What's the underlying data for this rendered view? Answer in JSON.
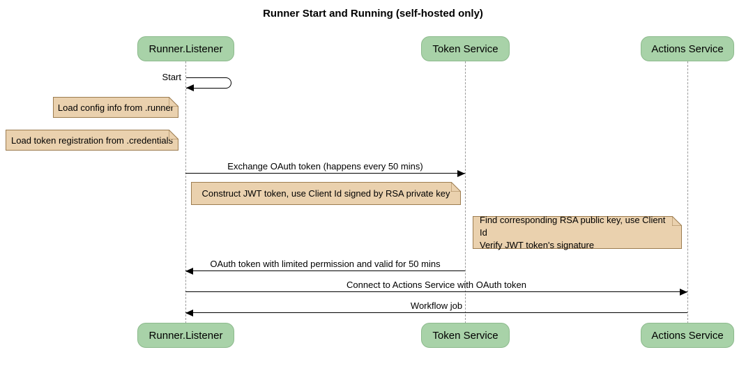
{
  "title": "Runner Start and Running (self-hosted only)",
  "diagram_type": "sequence",
  "participants": [
    {
      "name": "Runner.Listener"
    },
    {
      "name": "Token Service"
    },
    {
      "name": "Actions Service"
    }
  ],
  "messages": [
    {
      "label": "Start",
      "from": "Runner.Listener",
      "to": "Runner.Listener",
      "kind": "self"
    },
    {
      "label": "Exchange OAuth token (happens every 50 mins)",
      "from": "Runner.Listener",
      "to": "Token Service",
      "kind": "solid-arrow"
    },
    {
      "label": "OAuth token with limited permission and valid for 50 mins",
      "from": "Token Service",
      "to": "Runner.Listener",
      "kind": "solid-arrow"
    },
    {
      "label": "Connect to Actions Service with OAuth token",
      "from": "Runner.Listener",
      "to": "Actions Service",
      "kind": "solid-arrow"
    },
    {
      "label": "Workflow job",
      "from": "Actions Service",
      "to": "Runner.Listener",
      "kind": "solid-arrow"
    }
  ],
  "notes": [
    {
      "text": "Load config info from .runner",
      "position": "left of Runner.Listener"
    },
    {
      "text": "Load token registration from .credentials",
      "position": "left of Runner.Listener"
    },
    {
      "text": "Construct JWT token, use Client Id signed by RSA private key",
      "position": "right of Runner.Listener"
    },
    {
      "text": "Find corresponding RSA public key, use Client Id\nVerify JWT token's signature",
      "position": "left of Actions Service"
    }
  ],
  "colors": {
    "participant_fill": "#a8d2a8",
    "participant_border": "#8cba8c",
    "note_fill": "#ead1ae",
    "note_border": "#9c7c4f",
    "lifeline": "#9a9a9a",
    "message_line": "#000000",
    "background": "#ffffff",
    "text": "#000000"
  }
}
